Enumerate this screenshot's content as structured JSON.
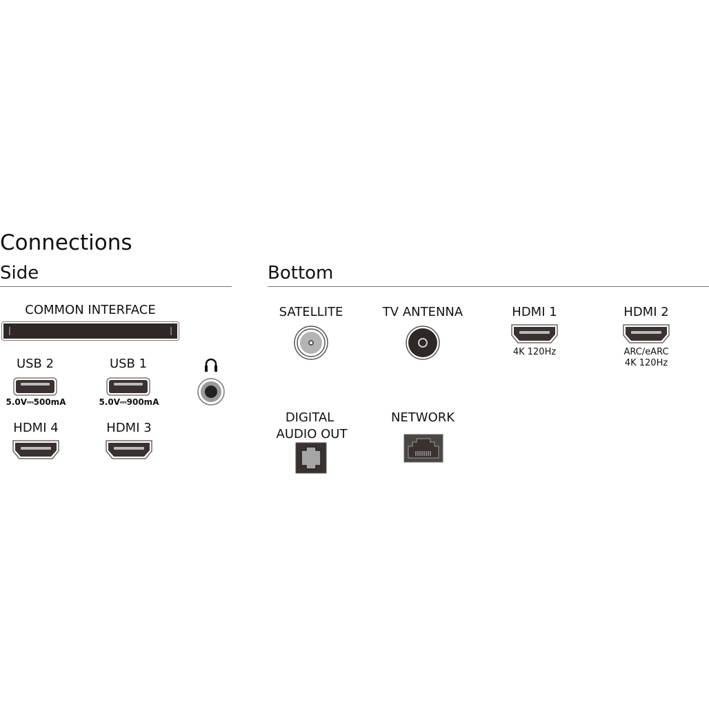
{
  "title": "Connections",
  "side": {
    "heading": "Side",
    "common_interface": "COMMON INTERFACE",
    "usb2": {
      "label": "USB 2",
      "spec": "5.0V⎓500mA"
    },
    "usb1": {
      "label": "USB 1",
      "spec": "5.0V⎓900mA"
    },
    "headphone_icon": "headphone-icon",
    "hdmi4": "HDMI 4",
    "hdmi3": "HDMI 3"
  },
  "bottom": {
    "heading": "Bottom",
    "satellite": "SATELLITE",
    "tv_antenna": "TV ANTENNA",
    "hdmi1": {
      "label": "HDMI 1",
      "spec": "4K 120Hz"
    },
    "hdmi2": {
      "label": "HDMI 2",
      "spec1": "ARC/eARC",
      "spec2": "4K 120Hz"
    },
    "digital_audio_out": {
      "line1": "DIGITAL",
      "line2": "AUDIO OUT"
    },
    "network": "NETWORK"
  }
}
